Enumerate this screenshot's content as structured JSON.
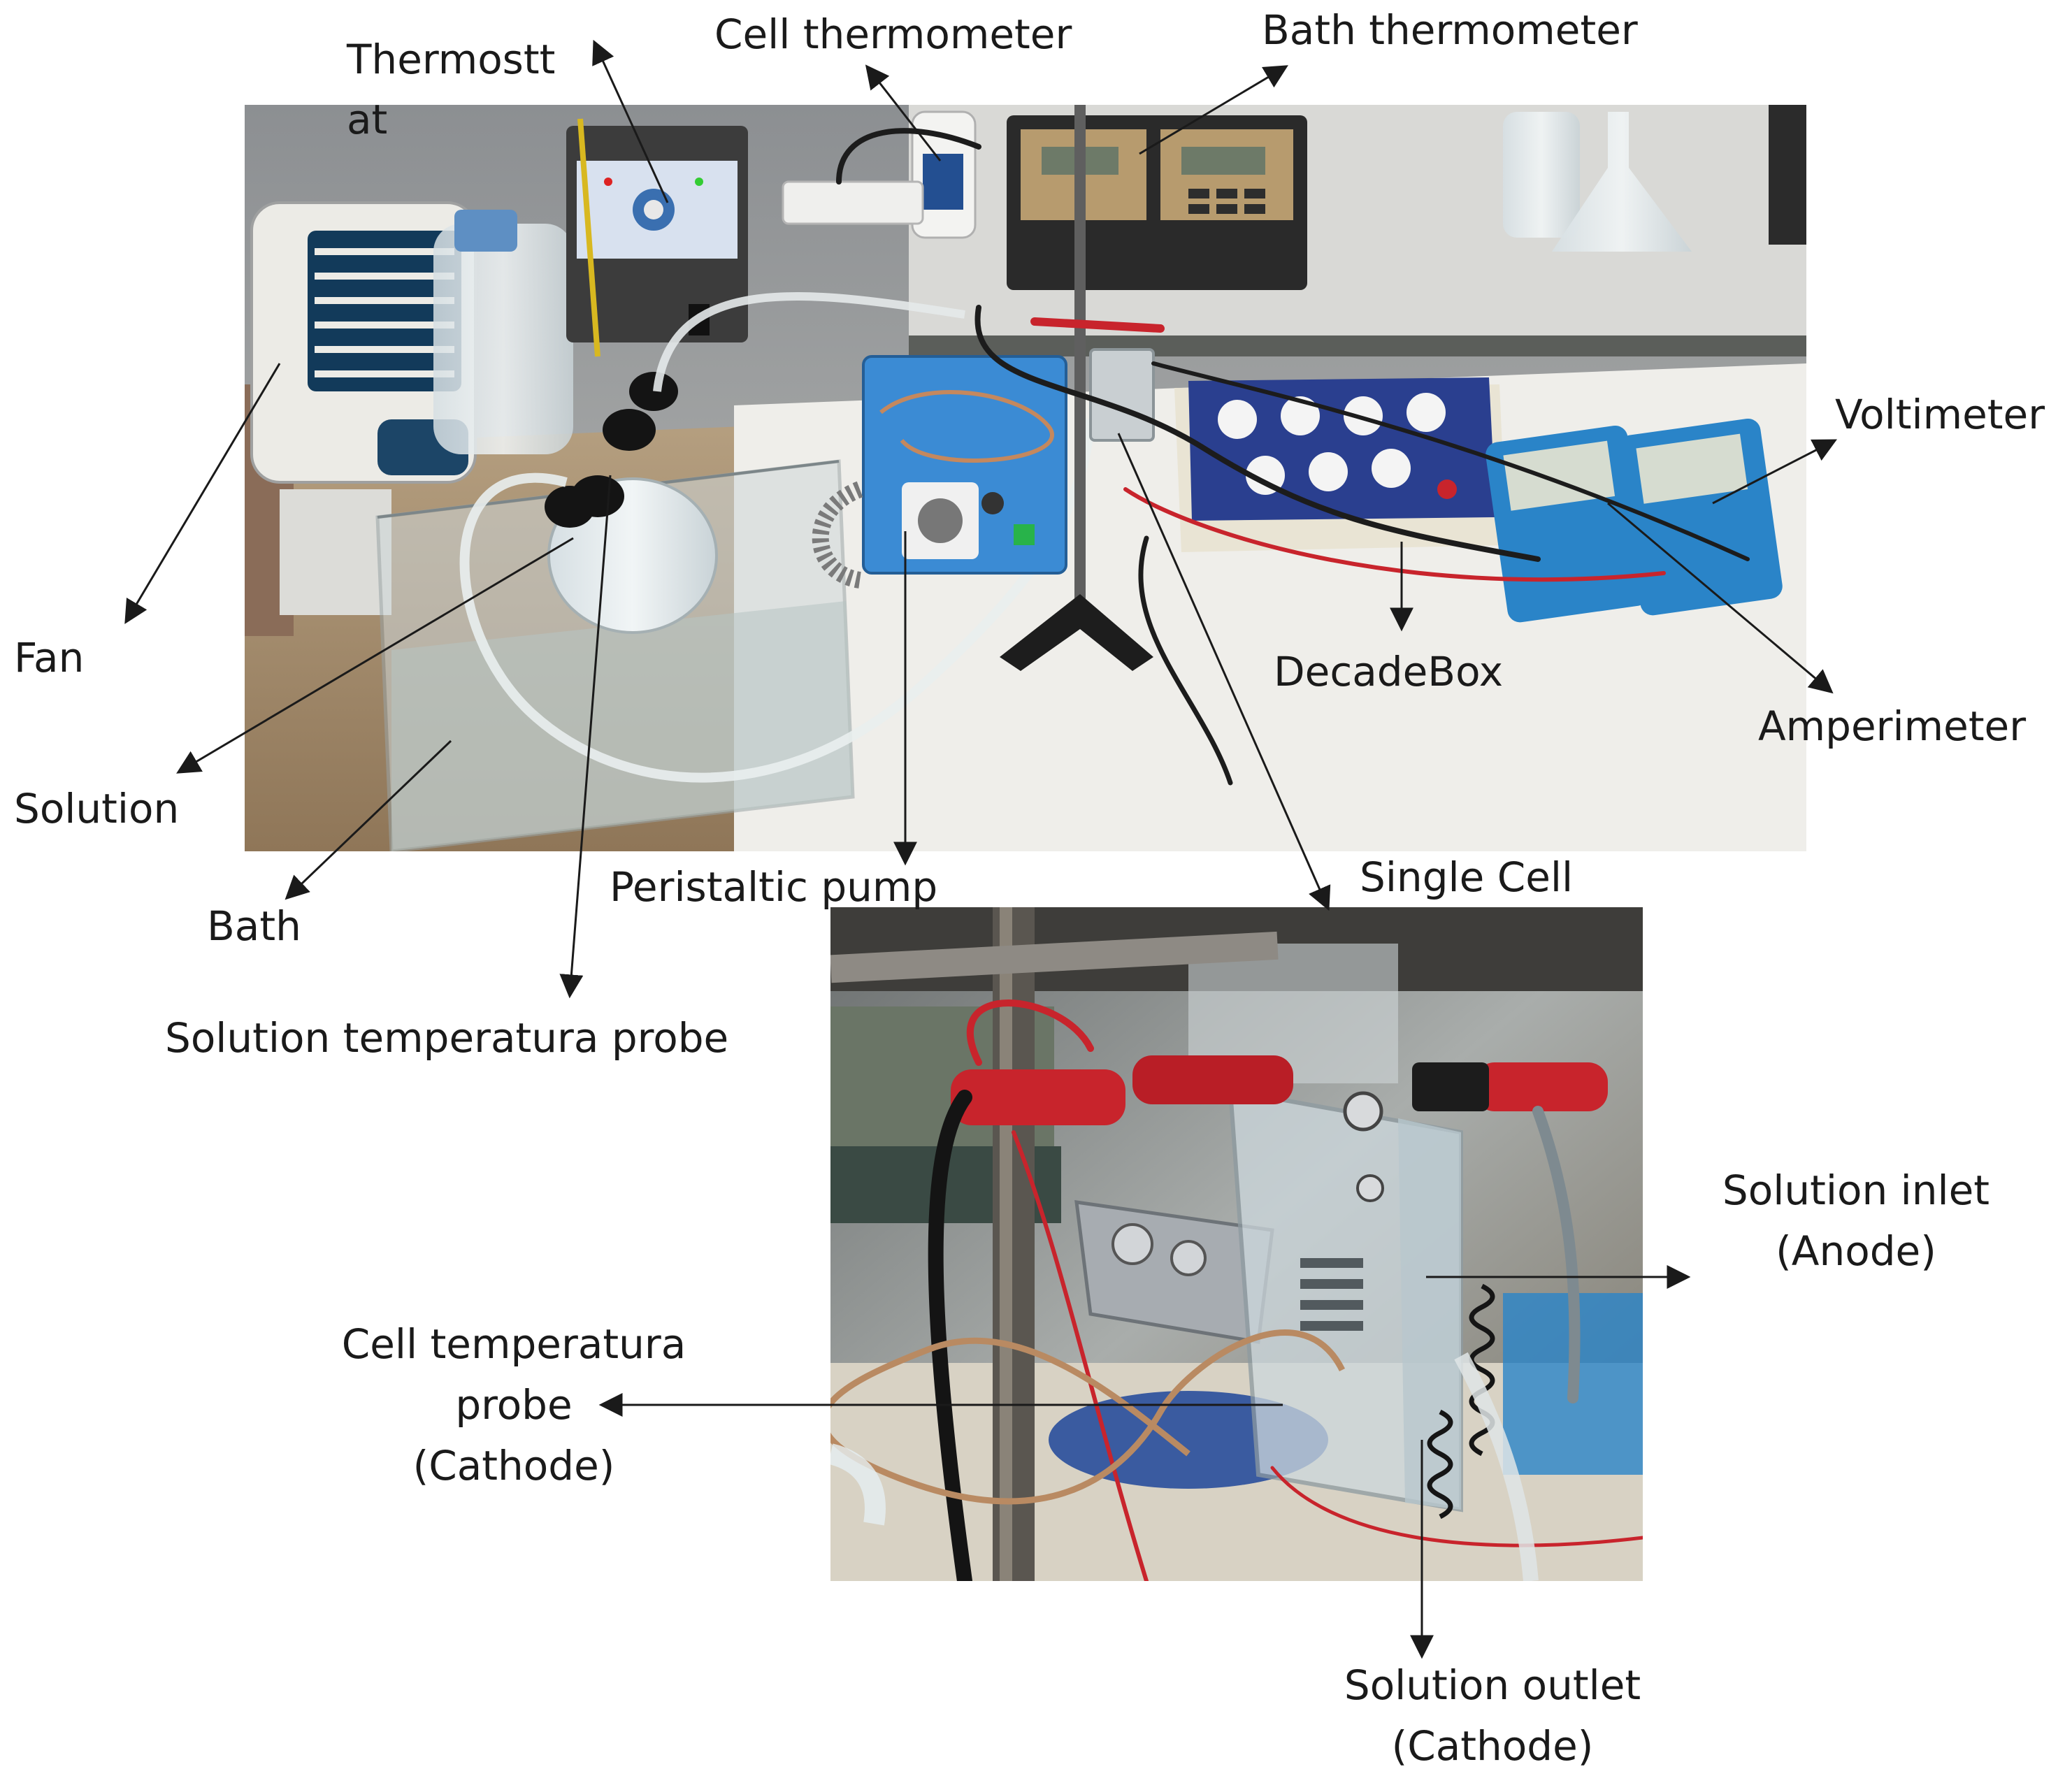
{
  "labels": {
    "thermostat": "Thermostt at",
    "cell_thermometer": "Cell thermometer",
    "bath_thermometer": "Bath thermometer",
    "voltimeter": "Voltimeter",
    "fan": "Fan",
    "solution": "Solution",
    "bath": "Bath",
    "peristaltic_pump": "Peristaltic pump",
    "single_cell": "Single Cell",
    "decade_box": "DecadeBox",
    "amperimeter": "Amperimeter",
    "solution_temp_probe": "Solution temperatura probe",
    "solution_inlet_l1": "Solution inlet",
    "solution_inlet_l2": "(Anode)",
    "cell_temp_probe_l1": "Cell temperatura",
    "cell_temp_probe_l2": "probe",
    "cell_temp_probe_l3": "(Cathode)",
    "solution_outlet_l1": "Solution outlet",
    "solution_outlet_l2": "(Cathode)"
  },
  "colors": {
    "arrow": "#1a1a1a",
    "label_text": "#1a1a1a",
    "cable_red": "#c8242c",
    "cable_black": "#1c1c1c",
    "decade_box_blue": "#2a3f8f",
    "multimeter_blue": "#2a84c8"
  }
}
